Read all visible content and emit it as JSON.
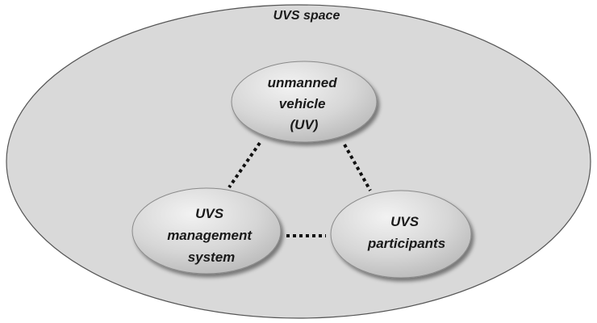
{
  "diagram": {
    "title": "UVS space",
    "nodes": {
      "uv": {
        "lines": [
          "unmanned",
          "vehicle",
          "(UV)"
        ]
      },
      "mgmt": {
        "lines": [
          "UVS",
          "management",
          "system"
        ]
      },
      "participants": {
        "lines": [
          "UVS",
          "participants"
        ]
      }
    },
    "connections": [
      {
        "from": "uv",
        "to": "mgmt",
        "style": "dotted"
      },
      {
        "from": "uv",
        "to": "participants",
        "style": "dotted"
      },
      {
        "from": "mgmt",
        "to": "participants",
        "style": "dotted"
      }
    ],
    "colors": {
      "outer_fill": "#d9d9d9",
      "outer_stroke": "#555555",
      "node_fill": "#d4d4d4",
      "node_stroke": "#8a8a8a",
      "connector": "#111111"
    }
  }
}
